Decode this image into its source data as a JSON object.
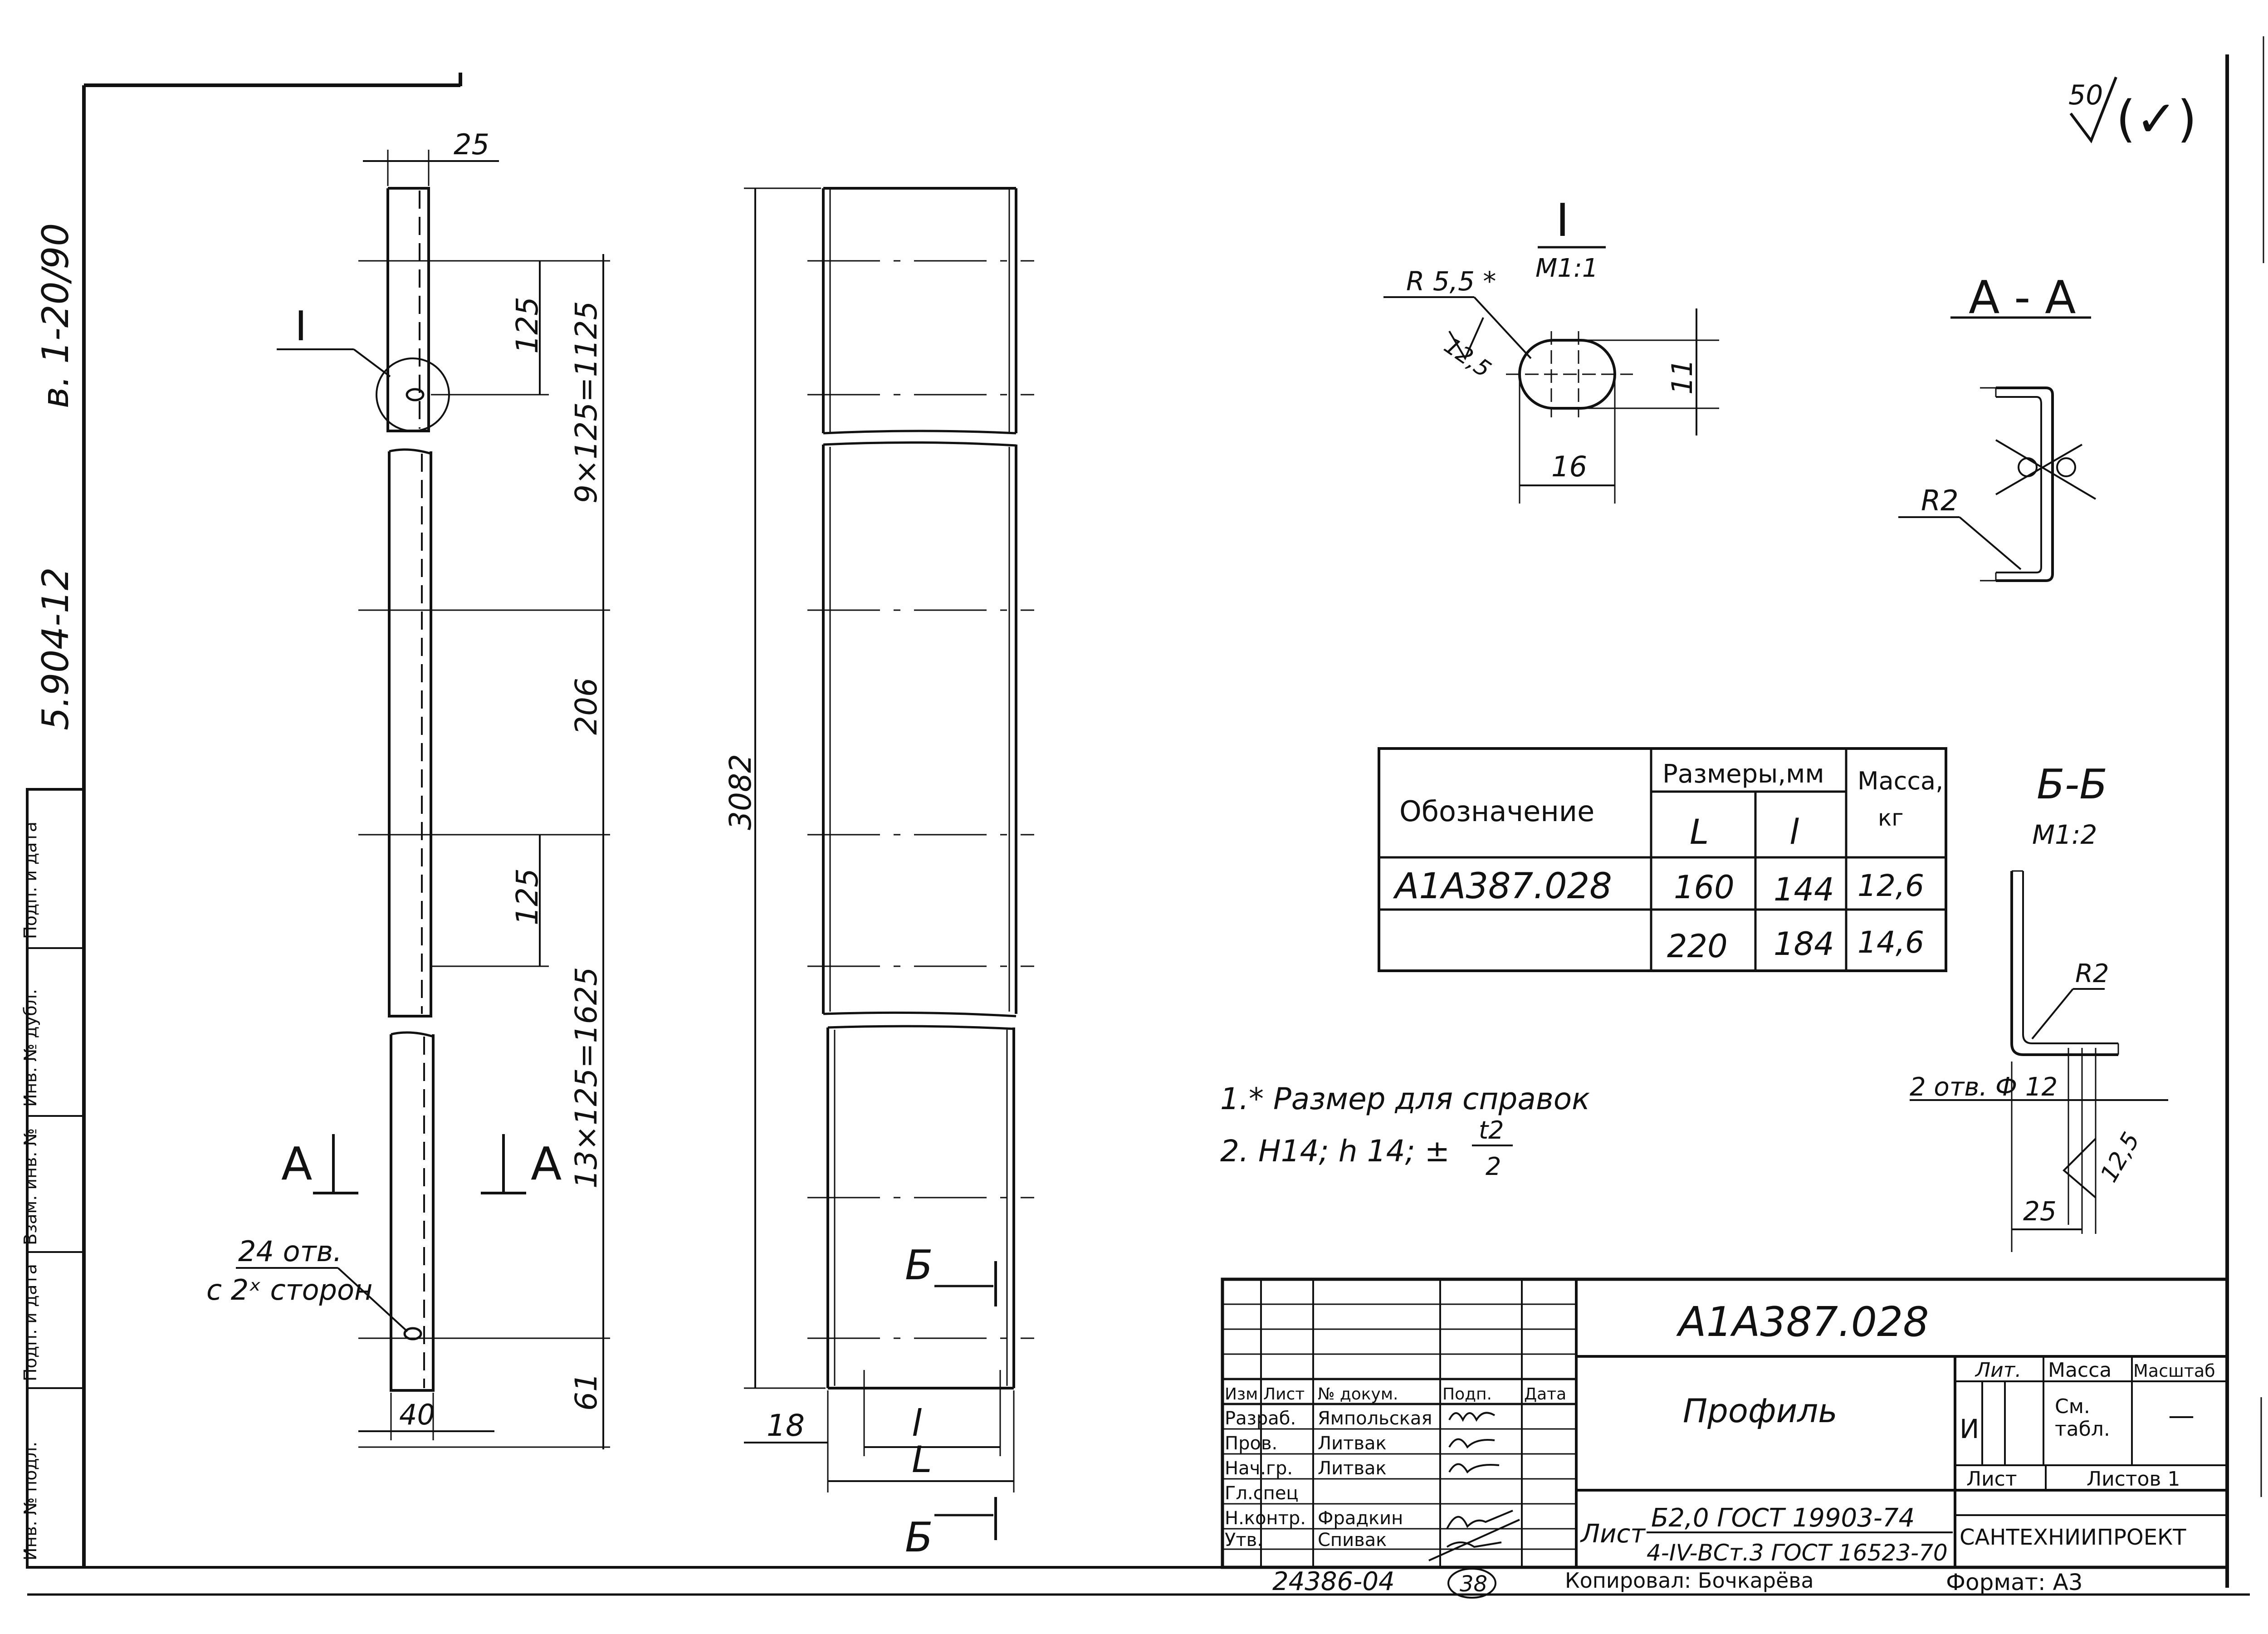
{
  "drawing": {
    "roughness_mark": {
      "value": "50",
      "symbol": "(✓)"
    },
    "vertical_labels": {
      "series": "в. 1-20/90",
      "code": "5.904-12"
    },
    "side_stamp": [
      "Подп. и дата",
      "Инв. № дубл.",
      "Взам. инв. №",
      "Подп. и дата",
      "Инв. № подл."
    ],
    "profile_view": {
      "dims": {
        "top_width": "25",
        "pitch_upper": "125",
        "group_upper": "9×125=1125",
        "middle": "206",
        "pitch_lower": "125",
        "group_lower": "13×125=1625",
        "bottom": "61",
        "bottom_width": "40"
      },
      "detail_callout": "I",
      "holes_note": [
        "24 отв.",
        "с 2ˣ сторон"
      ],
      "section_left": "А",
      "section_right": "А"
    },
    "front_view": {
      "total_length": "3082",
      "offset": "18",
      "dim_l_small": "l",
      "dim_l_big": "L",
      "section_top": "Б",
      "section_bottom": "Б"
    },
    "detail": {
      "title": "I",
      "scale": "М1:1",
      "radius": "R 5,5 *",
      "roughness": "12,5",
      "height": "11",
      "length": "16"
    },
    "section_aa": {
      "title": "А - А",
      "radius": "R2"
    },
    "section_bb": {
      "title": "Б-Б",
      "scale": "М1:2",
      "radius": "R2",
      "holes": "2 отв. Ф 12",
      "roughness": "12,5",
      "dim": "25"
    },
    "spec_table": {
      "col_designation": "Обозначение",
      "col_sizes": "Размеры,мм",
      "col_mass": "Масса,",
      "mass_unit": "кг",
      "sub_L": "L",
      "sub_l": "l",
      "rows": [
        {
          "designation": "А1А387.028",
          "L": "160",
          "l": "144",
          "mass": "12,6"
        },
        {
          "designation": "",
          "L": "220",
          "l": "184",
          "mass": "14,6"
        }
      ]
    },
    "notes": [
      "1.* Размер для справок",
      "2. Н14; h 14; ±",
      "t2",
      "2"
    ]
  },
  "title_block": {
    "designation": "А1А387.028",
    "name": "Профиль",
    "sheet_word": "Лист",
    "material_top": "Б2,0 ГОСТ 19903-74",
    "material_bottom": "4-IV-ВСт.3 ГОСТ 16523-70",
    "headers": {
      "change": "Изм",
      "sheet": "Лист",
      "doc": "№ докум.",
      "sign": "Подп.",
      "date": "Дата"
    },
    "roles": [
      {
        "role": "Разраб.",
        "name": "Ямпольская"
      },
      {
        "role": "Пров.",
        "name": "Литвак"
      },
      {
        "role": "Нач.гр.",
        "name": "Литвак"
      },
      {
        "role": "Гл.спец",
        "name": ""
      },
      {
        "role": "Н.контр.",
        "name": "Фрадкин"
      },
      {
        "role": "Утв.",
        "name": "Спивак"
      }
    ],
    "lit_label": "Лит.",
    "lit_value": "И",
    "mass_label": "Масса",
    "mass_value_1": "См.",
    "mass_value_2": "табл.",
    "scale_label": "Масштаб",
    "scale_value": "—",
    "sheet_label": "Лист",
    "sheets_label": "Листов 1",
    "organization": "САНТЕХНИИПРОЕКТ",
    "inventory": "24386-04",
    "inventory_circle": "38",
    "copied": "Копировал: Бочкарёва",
    "format": "Формат: А3"
  }
}
